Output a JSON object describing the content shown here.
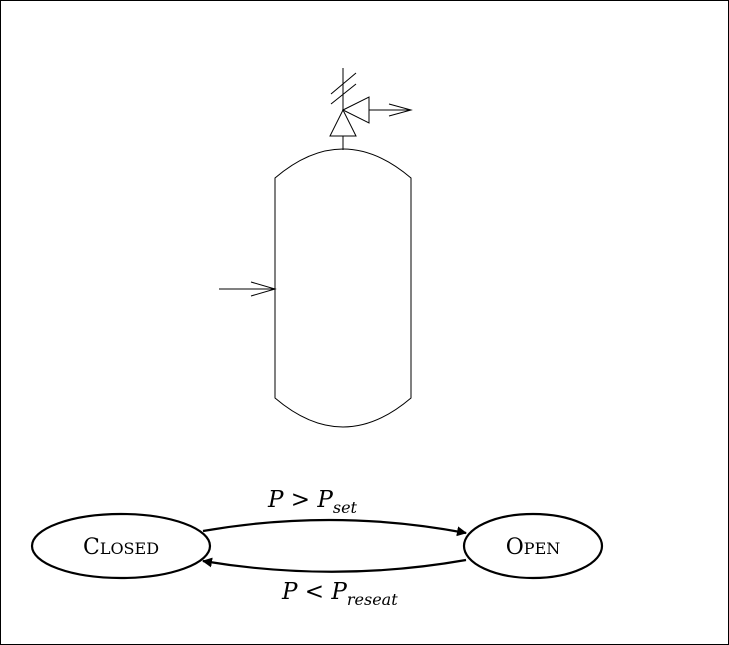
{
  "diagram": {
    "vessel": {
      "name": "pressure-vessel",
      "relief_valve": "safety-relief-valve"
    },
    "states": [
      {
        "id": "closed",
        "label_initial": "C",
        "label_rest": "LOSED"
      },
      {
        "id": "open",
        "label_initial": "O",
        "label_rest": "PEN"
      }
    ],
    "transitions": [
      {
        "from": "closed",
        "to": "open",
        "var": "P",
        "op": " > ",
        "sym": "P",
        "sub": "set"
      },
      {
        "from": "open",
        "to": "closed",
        "var": "P",
        "op": " < ",
        "sym": "P",
        "sub": "reseat"
      }
    ],
    "colors": {
      "line": "#000000",
      "background": "#ffffff"
    }
  }
}
